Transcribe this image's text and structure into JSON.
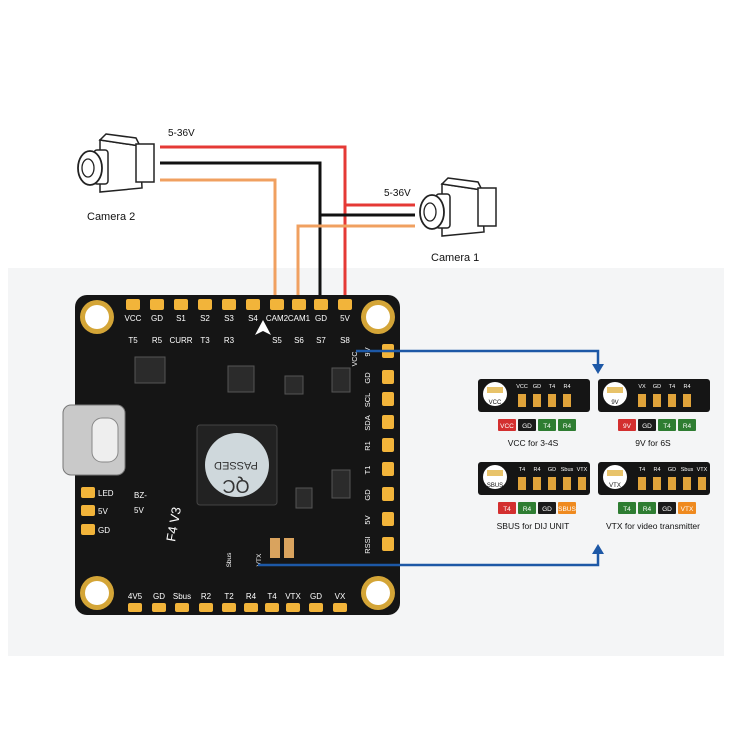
{
  "cameras": [
    {
      "id": "camera-2",
      "label": "Camera 2",
      "voltage": "5-36V"
    },
    {
      "id": "camera-1",
      "label": "Camera 1",
      "voltage": "5-36V"
    }
  ],
  "board": {
    "model": "F4 V3",
    "chip_sticker": [
      "QC",
      "PASSED"
    ],
    "top_pads": [
      "VCC",
      "GD",
      "S1",
      "S2",
      "S3",
      "S4",
      "CAM2",
      "CAM1",
      "GD",
      "5V"
    ],
    "row2": [
      "T5",
      "R5",
      "CURR",
      "T3",
      "R3",
      "S5",
      "S6",
      "S7",
      "S8"
    ],
    "right_pads": [
      "9V",
      "GD",
      "SCL",
      "SDA",
      "R1",
      "T1",
      "GD",
      "5V",
      "RSSI"
    ],
    "bottom_pads": [
      "4V5",
      "GD",
      "Sbus",
      "R2",
      "T2",
      "R4",
      "T4",
      "VTX",
      "GD",
      "VX"
    ],
    "left_pads": [
      "LED",
      "5V",
      "GD"
    ],
    "misc": {
      "bz": "BZ-",
      "fivev": "5V",
      "vcc": "VCC",
      "sbus_small": "Sbus",
      "vtx_small": "VTX"
    }
  },
  "modules": [
    {
      "id": "vcc",
      "badge": "VCC",
      "header": [
        "VCC",
        "GD",
        "T4",
        "R4"
      ],
      "pins": [
        {
          "t": "VCC",
          "c": "#d32f2f"
        },
        {
          "t": "GD",
          "c": "#1a1a1a"
        },
        {
          "t": "T4",
          "c": "#2e7d32"
        },
        {
          "t": "R4",
          "c": "#2e7d32"
        }
      ],
      "caption": "VCC for 3-4S"
    },
    {
      "id": "9v",
      "badge": "9V",
      "header": [
        "VX",
        "GD",
        "T4",
        "R4"
      ],
      "pins": [
        {
          "t": "9V",
          "c": "#d32f2f"
        },
        {
          "t": "GD",
          "c": "#1a1a1a"
        },
        {
          "t": "T4",
          "c": "#2e7d32"
        },
        {
          "t": "R4",
          "c": "#2e7d32"
        }
      ],
      "caption": "9V for 6S"
    },
    {
      "id": "sbus",
      "badge": "SBUS",
      "header": [
        "T4",
        "R4",
        "GD",
        "Sbus",
        "VTX"
      ],
      "pins": [
        {
          "t": "T4",
          "c": "#d32f2f"
        },
        {
          "t": "R4",
          "c": "#2e7d32"
        },
        {
          "t": "GD",
          "c": "#1a1a1a"
        },
        {
          "t": "SBUS",
          "c": "#ef8a1f"
        }
      ],
      "caption": "SBUS for DIJ UNIT"
    },
    {
      "id": "vtx",
      "badge": "VTX",
      "header": [
        "T4",
        "R4",
        "GD",
        "Sbus",
        "VTX"
      ],
      "pins": [
        {
          "t": "T4",
          "c": "#2e7d32"
        },
        {
          "t": "R4",
          "c": "#2e7d32"
        },
        {
          "t": "GD",
          "c": "#1a1a1a"
        },
        {
          "t": "VTX",
          "c": "#ef8a1f"
        }
      ],
      "caption": "VTX for video transmitter"
    }
  ],
  "colors": {
    "power": "#e53935",
    "ground": "#111111",
    "video": "#f0a060",
    "arrow": "#1d58a6",
    "board": "#151515",
    "pad": "#f2b43a"
  }
}
